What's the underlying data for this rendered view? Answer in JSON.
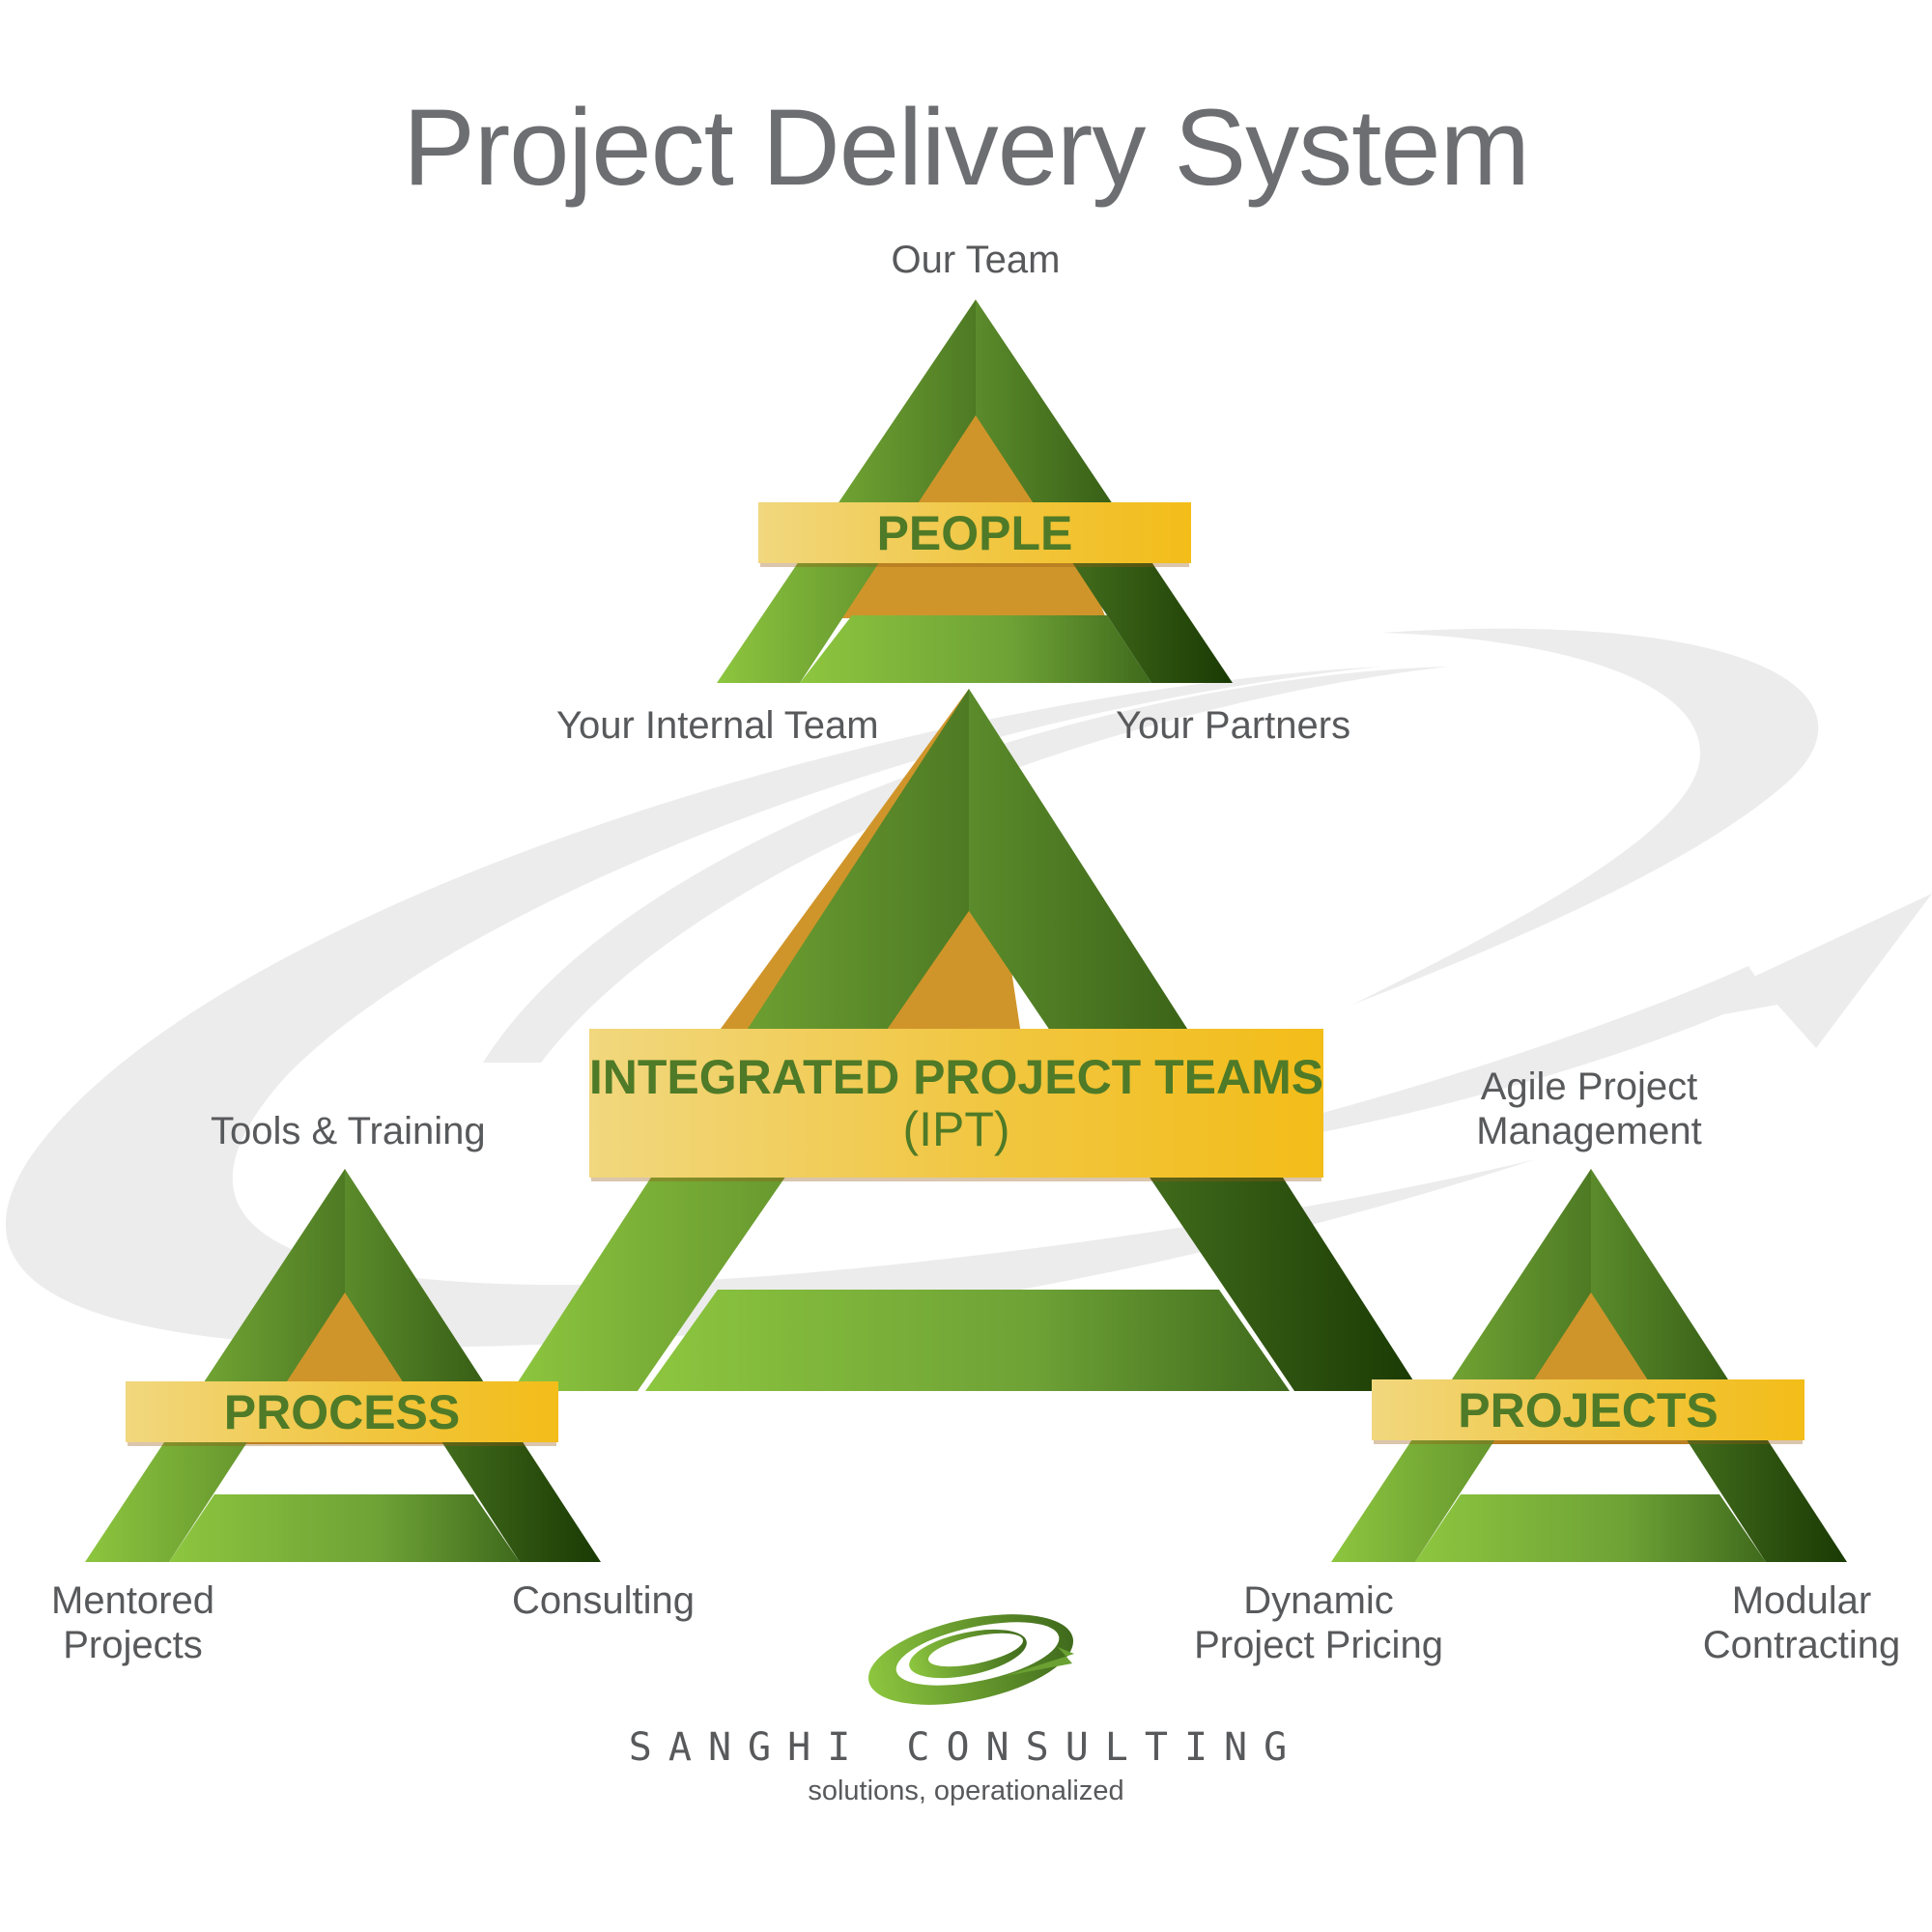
{
  "title": "Project Delivery System",
  "center": {
    "band_title": "INTEGRATED PROJECT TEAMS",
    "band_sub": "(IPT)",
    "label_left": "Your Internal Team",
    "label_right": "Your Partners"
  },
  "people": {
    "band": "PEOPLE",
    "label_top": "Our Team"
  },
  "process": {
    "band": "PROCESS",
    "label_top": "Tools & Training",
    "label_bottom_left_1": "Mentored",
    "label_bottom_left_2": "Projects",
    "label_bottom_right": "Consulting"
  },
  "projects": {
    "band": "PROJECTS",
    "label_top_1": "Agile Project",
    "label_top_2": "Management",
    "label_bottom_left_1": "Dynamic",
    "label_bottom_left_2": "Project Pricing",
    "label_bottom_right_1": "Modular",
    "label_bottom_right_2": "Contracting"
  },
  "logo": {
    "brand": "SANGHI CONSULTING",
    "tagline": "solutions, operationalized"
  },
  "colors": {
    "green_light": "#8dc63f",
    "green_dark": "#1f3d05",
    "gold": "#f3bd19",
    "gold_shadow": "#d0952a",
    "swoosh": "#ededed",
    "text_green": "#4f7a27"
  }
}
